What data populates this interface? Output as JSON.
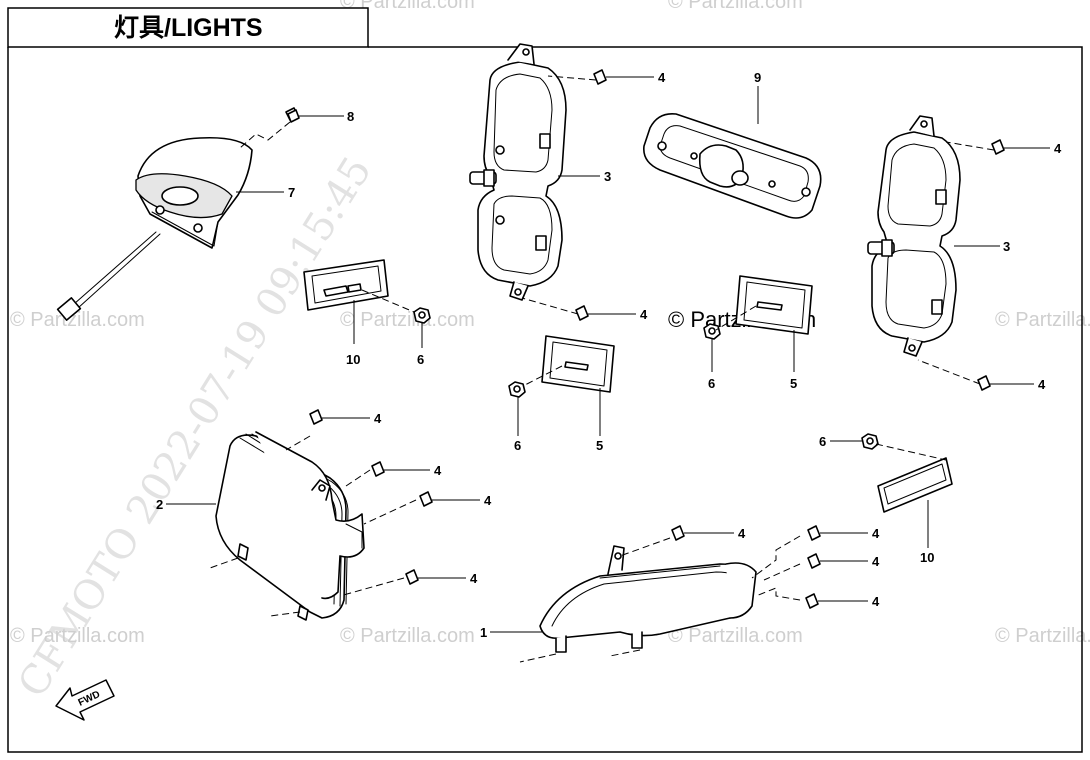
{
  "title": "灯具/LIGHTS",
  "watermark": "© Partzilla.com",
  "center_watermark": "© Partzilla.com",
  "stamp_text": "CFMOTO 2022-07-19 09:15:45",
  "fwd_label": "FWD",
  "callouts": {
    "c1": "1",
    "c2": "2",
    "c3a": "3",
    "c3b": "3",
    "c4a": "4",
    "c4b": "4",
    "c4c": "4",
    "c4d": "4",
    "c4e": "4",
    "c4f": "4",
    "c4g": "4",
    "c4h": "4",
    "c4i": "4",
    "c4j": "4",
    "c4k": "4",
    "c4l": "4",
    "c5a": "5",
    "c5b": "5",
    "c6a": "6",
    "c6b": "6",
    "c6c": "6",
    "c6d": "6",
    "c7": "7",
    "c8": "8",
    "c9": "9",
    "c10a": "10",
    "c10b": "10"
  }
}
